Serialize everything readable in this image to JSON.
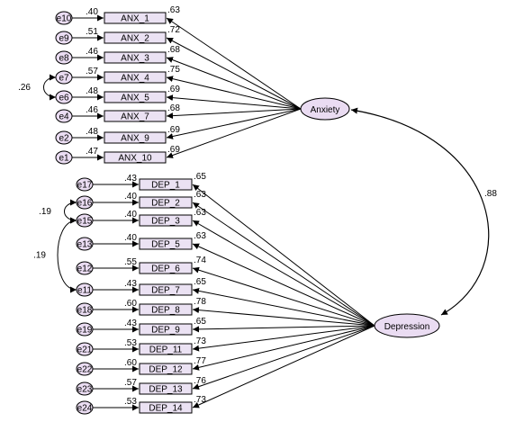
{
  "colors": {
    "box_fill": "#ebe2f3",
    "factor_fill": "#eadcf2",
    "stroke": "#000000"
  },
  "factors": {
    "anxiety": "Anxiety",
    "depression": "Depression",
    "correlation": ".88"
  },
  "anxiety_items": [
    {
      "err": "e10",
      "label": "ANX_1",
      "r2": ".40",
      "loading": ".63"
    },
    {
      "err": "e9",
      "label": "ANX_2",
      "r2": ".51",
      "loading": ".72"
    },
    {
      "err": "e8",
      "label": "ANX_3",
      "r2": ".46",
      "loading": ".68"
    },
    {
      "err": "e7",
      "label": "ANX_4",
      "r2": ".57",
      "loading": ".75"
    },
    {
      "err": "e6",
      "label": "ANX_5",
      "r2": ".48",
      "loading": ".69"
    },
    {
      "err": "e4",
      "label": "ANX_7",
      "r2": ".46",
      "loading": ".68"
    },
    {
      "err": "e2",
      "label": "ANX_9",
      "r2": ".48",
      "loading": ".69"
    },
    {
      "err": "e1",
      "label": "ANX_10",
      "r2": ".47",
      "loading": ".69"
    }
  ],
  "depression_items": [
    {
      "err": "e17",
      "label": "DEP_1",
      "r2": ".43",
      "loading": ".65"
    },
    {
      "err": "e16",
      "label": "DEP_2",
      "r2": ".40",
      "loading": ".63"
    },
    {
      "err": "e15",
      "label": "DEP_3",
      "r2": ".40",
      "loading": ".63"
    },
    {
      "err": "e13",
      "label": "DEP_5",
      "r2": ".40",
      "loading": ".63"
    },
    {
      "err": "e12",
      "label": "DEP_6",
      "r2": ".55",
      "loading": ".74"
    },
    {
      "err": "e11",
      "label": "DEP_7",
      "r2": ".43",
      "loading": ".65"
    },
    {
      "err": "e18",
      "label": "DEP_8",
      "r2": ".60",
      "loading": ".78"
    },
    {
      "err": "e19",
      "label": "DEP_9",
      "r2": ".43",
      "loading": ".65"
    },
    {
      "err": "e21",
      "label": "DEP_11",
      "r2": ".53",
      "loading": ".73"
    },
    {
      "err": "e22",
      "label": "DEP_12",
      "r2": ".60",
      "loading": ".77"
    },
    {
      "err": "e23",
      "label": "DEP_13",
      "r2": ".57",
      "loading": ".76"
    },
    {
      "err": "e24",
      "label": "DEP_14",
      "r2": ".53",
      "loading": ".73"
    }
  ],
  "error_covariances": [
    {
      "from": "e7",
      "to": "e6",
      "value": ".26"
    },
    {
      "from": "e16",
      "to": "e15",
      "value": ".19"
    },
    {
      "from": "e15",
      "to": "e11",
      "value": ".19"
    }
  ]
}
